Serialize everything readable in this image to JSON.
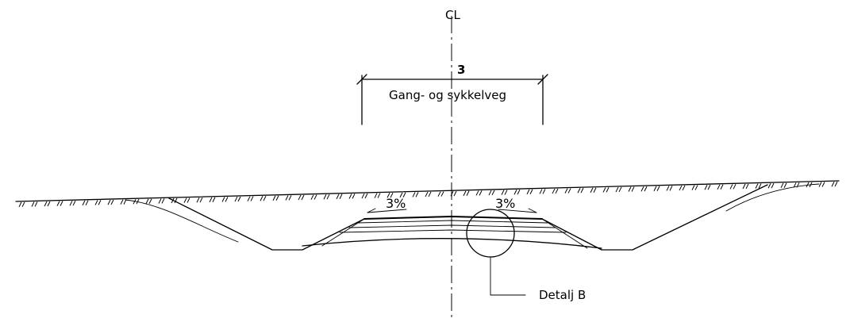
{
  "centerline": {
    "label": "CL"
  },
  "dimension": {
    "value": "3",
    "label": "Gang- og sykkelveg"
  },
  "slopes": {
    "left": "3%",
    "right": "3%"
  },
  "detail": {
    "label": "Detalj B"
  },
  "colors": {
    "line": "#000000",
    "background": "#ffffff"
  }
}
